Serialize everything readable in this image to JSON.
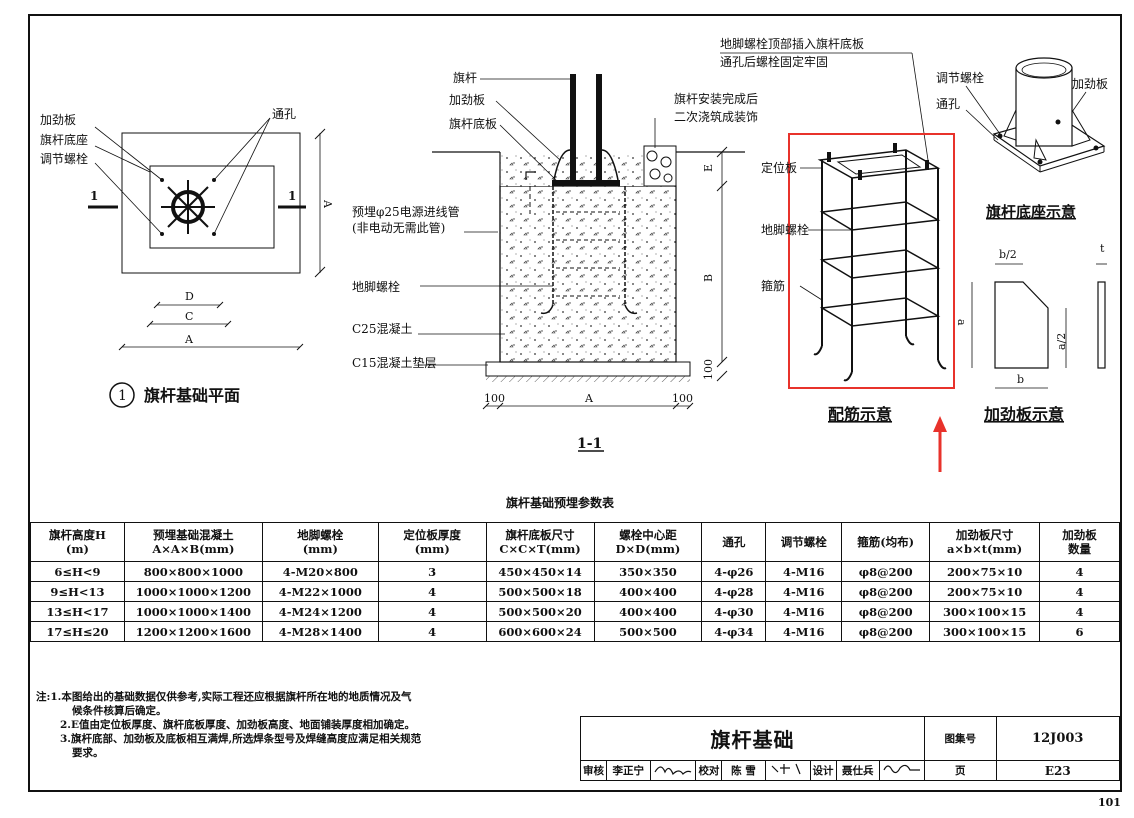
{
  "plan": {
    "labels": [
      "加劲板",
      "旗杆底座",
      "调节螺栓",
      "通孔"
    ],
    "section_marks": [
      "1",
      "1"
    ],
    "dim_letters": [
      "A",
      "D",
      "C",
      "A"
    ],
    "circle_num": "1",
    "title": "旗杆基础平面"
  },
  "section": {
    "labels": [
      "旗杆",
      "加劲板",
      "旗杆底板",
      "预埋φ25电源进线管",
      "(非电动无需此管)",
      "地脚螺栓",
      "C25混凝土",
      "C15混凝土垫层"
    ],
    "right_note_1": "旗杆安装完成后",
    "right_note_2": "二次浇筑成装饰",
    "dims": [
      "E",
      "B",
      "100",
      "100",
      "A",
      "100"
    ],
    "title": "1-1"
  },
  "rebar": {
    "top_note_1": "地脚螺栓顶部插入旗杆底板",
    "top_note_2": "通孔后螺栓固定牢固",
    "labels": [
      "定位板",
      "地脚螺栓",
      "箍筋"
    ],
    "title": "配筋示意"
  },
  "base": {
    "labels": [
      "调节螺栓",
      "加劲板",
      "通孔"
    ],
    "title": "旗杆底座示意"
  },
  "stiffener": {
    "dims": [
      "b/2",
      "t",
      "a",
      "a/2",
      "b"
    ],
    "title": "加劲板示意"
  },
  "table": {
    "title": "旗杆基础预埋参数表",
    "headers": [
      [
        "旗杆高度H",
        "(m)"
      ],
      [
        "预埋基础混凝土",
        "A×A×B(mm)"
      ],
      [
        "地脚螺栓",
        "(mm)"
      ],
      [
        "定位板厚度",
        "(mm)"
      ],
      [
        "旗杆底板尺寸",
        "C×C×T(mm)"
      ],
      [
        "螺栓中心距",
        "D×D(mm)"
      ],
      [
        "通孔",
        ""
      ],
      [
        "调节螺栓",
        ""
      ],
      [
        "箍筋(均布)",
        ""
      ],
      [
        "加劲板尺寸",
        "a×b×t(mm)"
      ],
      [
        "加劲板",
        "数量"
      ]
    ],
    "rows": [
      [
        "6≤H<9",
        "800×800×1000",
        "4-M20×800",
        "3",
        "450×450×14",
        "350×350",
        "4-φ26",
        "4-M16",
        "φ8@200",
        "200×75×10",
        "4"
      ],
      [
        "9≤H<13",
        "1000×1000×1200",
        "4-M22×1000",
        "4",
        "500×500×18",
        "400×400",
        "4-φ28",
        "4-M16",
        "φ8@200",
        "200×75×10",
        "4"
      ],
      [
        "13≤H<17",
        "1000×1000×1400",
        "4-M24×1200",
        "4",
        "500×500×20",
        "400×400",
        "4-φ30",
        "4-M16",
        "φ8@200",
        "300×100×15",
        "4"
      ],
      [
        "17≤H≤20",
        "1200×1200×1600",
        "4-M28×1400",
        "4",
        "600×600×24",
        "500×500",
        "4-φ34",
        "4-M16",
        "φ8@200",
        "300×100×15",
        "6"
      ]
    ]
  },
  "notes": [
    "注:1.本图给出的基础数据仅供参考,实际工程还应根据旗杆所在地的地质情况及气",
    "候条件核算后确定。",
    "2.E值由定位板厚度、旗杆底板厚度、加劲板高度、地面铺装厚度相加确定。",
    "3.旗杆底部、加劲板及底板相互满焊,所选焊条型号及焊缝高度应满足相关规范",
    "要求。"
  ],
  "titleblock": {
    "title": "旗杆基础",
    "atlas_label": "图集号",
    "atlas_no": "12J003",
    "page_label": "页",
    "page_no": "E23",
    "review_label": "审核",
    "reviewer": "李正宁",
    "check_label": "校对",
    "checker": "陈 雪",
    "design_label": "设计",
    "designer": "聂仕兵"
  },
  "page_number": "101",
  "colors": {
    "highlight": "#e8322b",
    "ink": "#111111"
  }
}
